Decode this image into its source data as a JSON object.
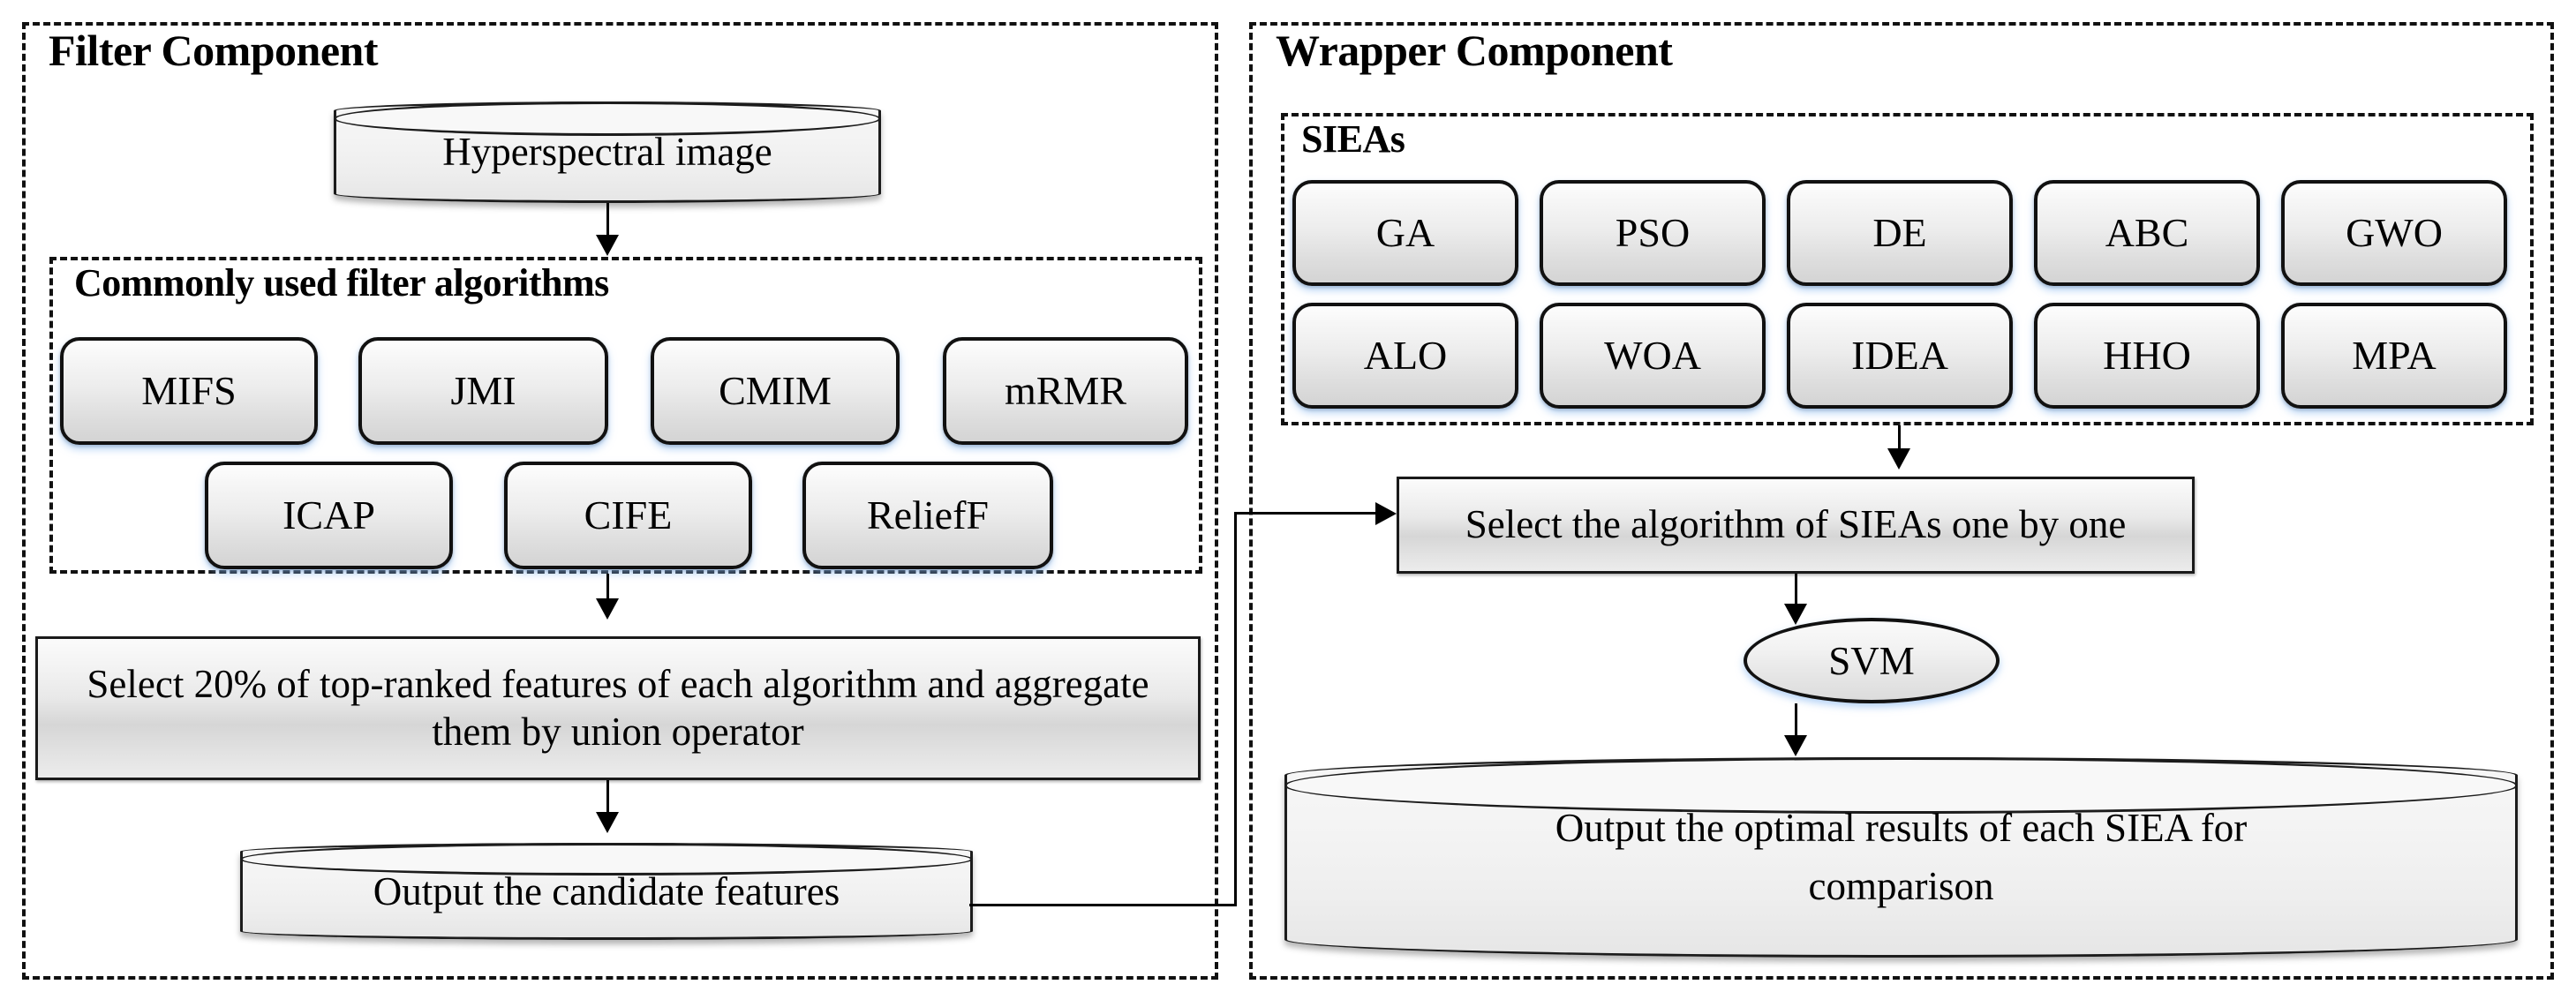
{
  "figure": {
    "type": "flowchart",
    "panels": {
      "filter": {
        "title": "Filter Component",
        "input_store": "Hyperspectral image",
        "subpanel": {
          "title": "Commonly used filter algorithms",
          "row1": [
            "MIFS",
            "JMI",
            "CMIM",
            "mRMR"
          ],
          "row2": [
            "ICAP",
            "CIFE",
            "ReliefF"
          ]
        },
        "aggregate_step": "Select 20% of top-ranked features of each algorithm and aggregate them by union operator",
        "output_store": "Output the candidate features"
      },
      "wrapper": {
        "title": "Wrapper Component",
        "subpanel": {
          "title": "SIEAs",
          "row1": [
            "GA",
            "PSO",
            "DE",
            "ABC",
            "GWO"
          ],
          "row2": [
            "ALO",
            "WOA",
            "IDEA",
            "HHO",
            "MPA"
          ]
        },
        "select_step": "Select the algorithm of SIEAs one by one",
        "classifier": "SVM",
        "output_store": "Output the optimal results of each SIEA for comparison"
      }
    },
    "colors": {
      "line": "#000000",
      "chip_border": "#111111",
      "chip_fill_top": "#fdfdfd",
      "chip_fill_bottom": "#d4d4d4",
      "glow": "#82b4f0",
      "panel_border": "#111111"
    }
  }
}
